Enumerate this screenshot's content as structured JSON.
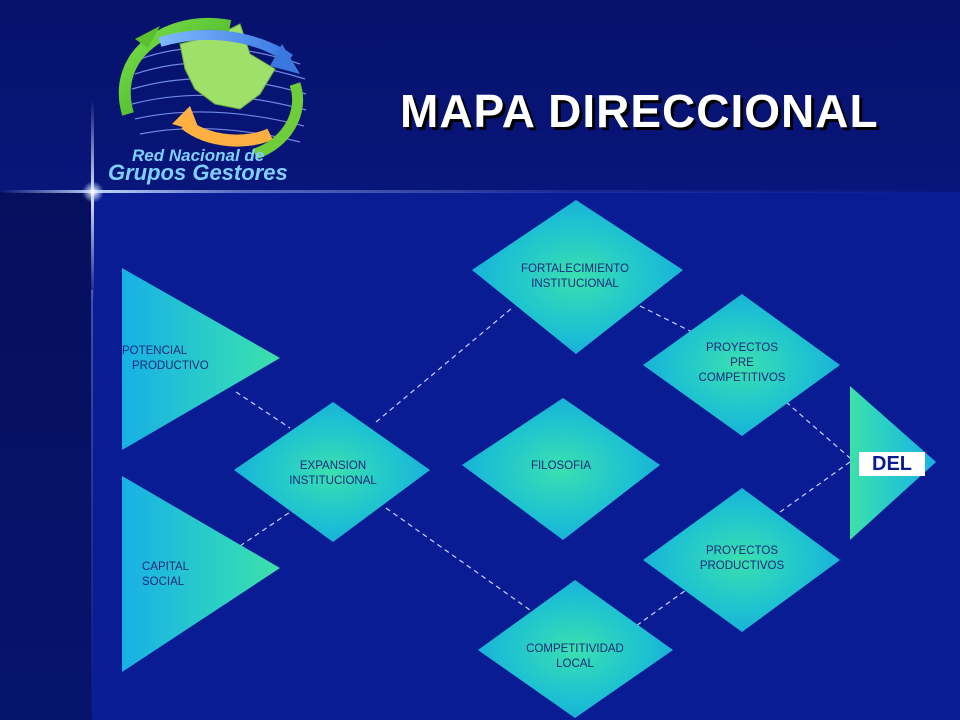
{
  "slide": {
    "title": "MAPA DIRECCIONAL",
    "logo": {
      "line1": "Red Nacional de",
      "line2": "Grupos Gestores"
    }
  },
  "diagram": {
    "nodes": {
      "potencial": {
        "line1": "POTENCIAL",
        "line2": "PRODUCTIVO",
        "shape": "triangle"
      },
      "capital": {
        "line1": "CAPITAL",
        "line2": "SOCIAL",
        "shape": "triangle"
      },
      "expansion": {
        "line1": "EXPANSION",
        "line2": "INSTITUCIONAL",
        "shape": "diamond"
      },
      "fortalecimiento": {
        "line1": "FORTALECIMIENTO",
        "line2": "INSTITUCIONAL",
        "shape": "diamond"
      },
      "filosofia": {
        "line1": "FILOSOFIA",
        "shape": "diamond"
      },
      "competitividad": {
        "line1": "COMPETITIVIDAD",
        "line2": "LOCAL",
        "shape": "diamond"
      },
      "pre_competitivos": {
        "line1": "PROYECTOS",
        "line2": "PRE",
        "line3": "COMPETITIVOS",
        "shape": "diamond"
      },
      "productivos": {
        "line1": "PROYECTOS",
        "line2": "PRODUCTIVOS",
        "shape": "diamond"
      },
      "del": {
        "label": "DEL",
        "shape": "triangle"
      }
    },
    "colors": {
      "shape_edge": "#16b8e0",
      "shape_center": "#3be0b0",
      "connector": "#c8d4ff"
    }
  }
}
